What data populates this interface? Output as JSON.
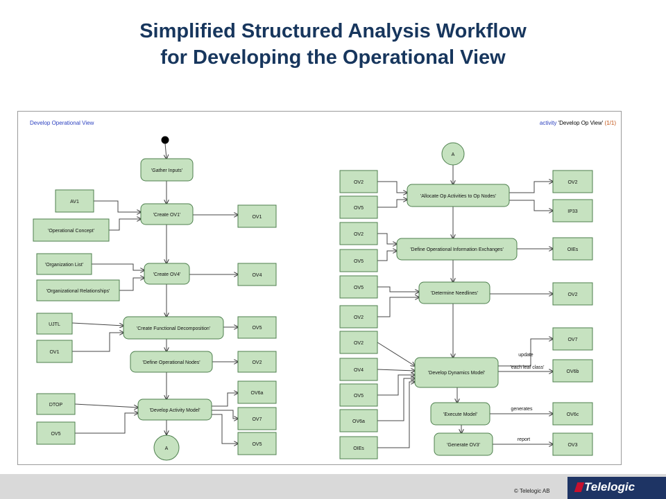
{
  "title": {
    "line1": "Simplified Structured Analysis Workflow",
    "line2": "for Developing the Operational View"
  },
  "diagram": {
    "name": "Develop Operational View",
    "ref_keyword": "activity",
    "ref_name": "'Develop Op View'",
    "ref_page": "(1/1)"
  },
  "nodes": {
    "gather_inputs": "'Gather Inputs'",
    "create_ov1": "'Create OV1'",
    "create_ov4": "'Create OV4'",
    "create_func_decomp": "'Create Functional Decomposition'",
    "define_op_nodes": "'Define Operational Nodes'",
    "develop_activity_model": "'Develop Activity Model'",
    "allocate_op_activities": "'Allocate Op Activities to Op Nodes'",
    "define_oie": "'Define Operational Information Exchanges'",
    "determine_needlines": "'Determine Needlines'",
    "develop_dynamics_model": "'Develop Dynamics Model'",
    "execute_model": "'Execute Model'",
    "generate_ov3": "'Generate OV3'",
    "connector_bottom": "A",
    "connector_top": "A"
  },
  "objects": {
    "av1": "AV1",
    "operational_concept": "'Operational Concept'",
    "organization_list": "'Organization List'",
    "organizational_relationships": "'Organizational Relationships'",
    "ujtl": "UJTL",
    "ov1_in": "OV1",
    "dtop": "DTOP",
    "ov5_in_left": "OV5",
    "ov1_out": "OV1",
    "ov4_out": "OV4",
    "ov5_out1": "OV5",
    "ov2_out1": "OV2",
    "ov6a_out": "OV6a",
    "ov7_out1": "OV7",
    "ov5_out2": "OV5",
    "r_in_1": "OV2",
    "r_in_2": "OV5",
    "r_in_3": "OV2",
    "r_in_4": "OV5",
    "r_in_5": "OV5",
    "r_in_6": "OV2",
    "r_in_7": "OV2",
    "r_in_8": "OV4",
    "r_in_9": "OV5",
    "r_in_10": "OV6a",
    "r_in_11": "OIEs",
    "r_out_ov2a": "OV2",
    "r_out_ip33": "IP33",
    "r_out_oies": "OIEs",
    "r_out_ov2b": "OV2",
    "r_out_ov7": "OV7",
    "r_out_ov6b": "OV6b",
    "r_out_ov6c": "OV6c",
    "r_out_ov3": "OV3"
  },
  "edge_labels": {
    "update": "update",
    "each_leaf_class": "'each leaf class'",
    "generates": "generates",
    "report": "report"
  },
  "footer": {
    "copyright": "© Telelogic AB",
    "logo": "Telelogic"
  },
  "colors": {
    "title": "#17365d",
    "node_fill": "#c6e2c0",
    "node_stroke": "#4d7f4d",
    "footer_bg": "#d9d9d9",
    "logo_bg": "#1e3464",
    "logo_accent": "#c8102e"
  }
}
